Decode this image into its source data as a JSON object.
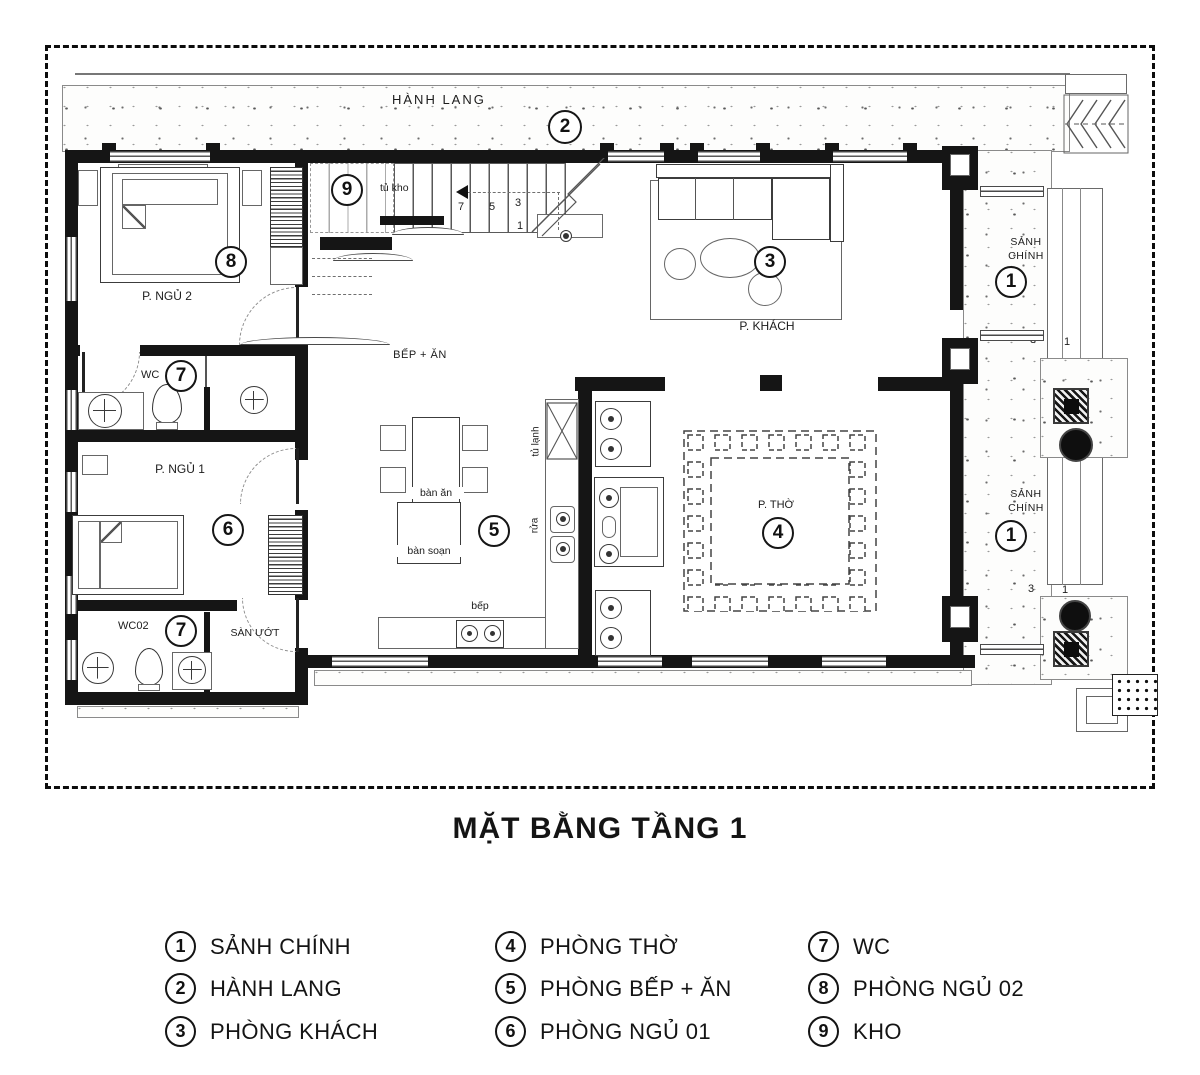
{
  "title": "MẶT BẰNG TẦNG 1",
  "plan": {
    "rooms": {
      "hanh_lang": "HÀNH LANG",
      "p_ngu_2": "P. NGỦ 2",
      "wc": "WC",
      "p_ngu_1": "P. NGỦ 1",
      "wc02": "WC02",
      "san_uot": "SÀN ƯỚT",
      "bep_an": "BẾP + ĂN",
      "p_khach": "P. KHÁCH",
      "p_tho": "P. THỜ",
      "sanh": "SẢNH",
      "chinh": "CHÍNH",
      "tu_kho": "tủ kho",
      "ban_an": "bàn ăn",
      "ban_soan": "bàn soạn",
      "bep": "bếp",
      "tu_lanh": "tủ lạnh",
      "rua": "rửa"
    },
    "markers": {
      "n1": "1",
      "n2": "2",
      "n3": "3",
      "n4": "4",
      "n5": "5",
      "n6": "6",
      "n7": "7",
      "n8": "8",
      "n9": "9"
    },
    "stair_treads": {
      "t7": "7",
      "t5": "5",
      "t3": "3",
      "t1": "1"
    },
    "entry_steps": {
      "s3": "3",
      "s1": "1"
    }
  },
  "legend": {
    "columns": [
      {
        "items": [
          {
            "num": "1",
            "label": "SẢNH CHÍNH"
          },
          {
            "num": "2",
            "label": "HÀNH LANG"
          },
          {
            "num": "3",
            "label": "PHÒNG KHÁCH"
          }
        ]
      },
      {
        "items": [
          {
            "num": "4",
            "label": "PHÒNG THỜ"
          },
          {
            "num": "5",
            "label": "PHÒNG BẾP + ĂN"
          },
          {
            "num": "6",
            "label": "PHÒNG NGỦ 01"
          }
        ]
      },
      {
        "items": [
          {
            "num": "7",
            "label": "WC"
          },
          {
            "num": "8",
            "label": "PHÒNG NGỦ 02"
          },
          {
            "num": "9",
            "label": "KHO"
          }
        ]
      }
    ]
  }
}
